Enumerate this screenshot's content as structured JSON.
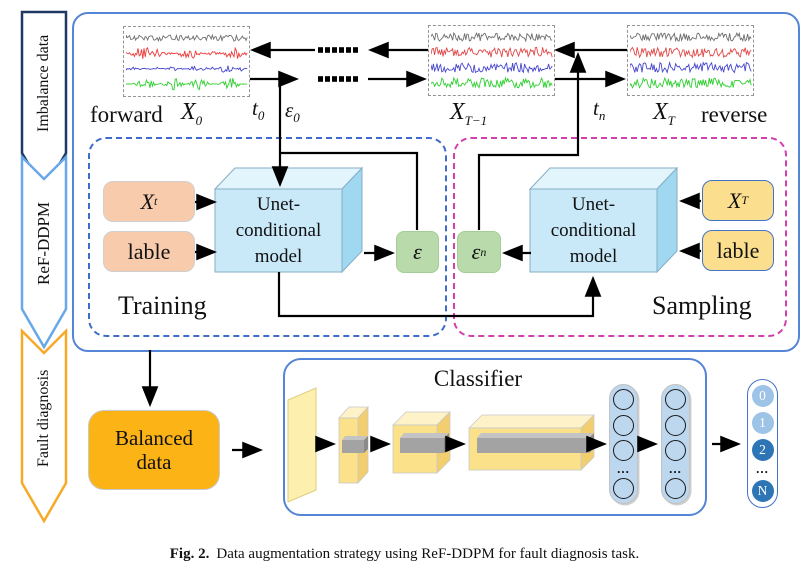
{
  "sidebar": {
    "banners": [
      {
        "label": "Imbalance data",
        "color": "#1F3864"
      },
      {
        "label": "ReF-DDPM",
        "color": "#68A8E8"
      },
      {
        "label": "Fault diagnosis",
        "color": "#F7A928"
      }
    ]
  },
  "diffusion": {
    "forward_label": "forward",
    "reverse_label": "reverse",
    "x0": {
      "base": "X",
      "sub": "0"
    },
    "xt1": {
      "base": "X",
      "sub": "T−1"
    },
    "xt": {
      "base": "X",
      "sub": "T"
    },
    "t0": {
      "base": "t",
      "sub": "0"
    },
    "eps0": {
      "base": "ε",
      "sub": "0"
    },
    "tn": {
      "base": "t",
      "sub": "n"
    },
    "waveforms": {
      "panels": [
        {
          "id": "x0",
          "noisy": false,
          "signals": [
            {
              "color": "#6E6E6E",
              "style": "wiggle"
            },
            {
              "color": "#EE3A3A",
              "style": "burst_dense"
            },
            {
              "color": "#4646CE",
              "style": "burst_med"
            },
            {
              "color": "#2FCF2F",
              "style": "burst_sparse"
            }
          ]
        },
        {
          "id": "xt1",
          "noisy": true,
          "signals": [
            {
              "color": "#6E6E6E",
              "style": "wiggle"
            },
            {
              "color": "#E04848",
              "style": "noise"
            },
            {
              "color": "#4646CE",
              "style": "noise"
            },
            {
              "color": "#2FCF2F",
              "style": "noise"
            }
          ]
        },
        {
          "id": "xt",
          "noisy": true,
          "signals": [
            {
              "color": "#6E6E6E",
              "style": "wiggle"
            },
            {
              "color": "#E04848",
              "style": "noise"
            },
            {
              "color": "#4646CE",
              "style": "noise"
            },
            {
              "color": "#2FCF2F",
              "style": "noise"
            }
          ]
        }
      ]
    }
  },
  "training": {
    "title": "Training",
    "inputs": [
      {
        "base": "X",
        "sub": "t"
      },
      {
        "text": "lable"
      }
    ],
    "model_label": "Unet-\nconditional\nmodel",
    "output": {
      "base": "ε",
      "sub": ""
    }
  },
  "sampling": {
    "title": "Sampling",
    "inputs": [
      {
        "base": "X",
        "sub": "T"
      },
      {
        "text": "lable"
      }
    ],
    "model_label": "Unet-\nconditional\nmodel",
    "output": {
      "base": "ε",
      "sub": "n"
    }
  },
  "fault_diagnosis": {
    "balanced_label": "Balanced data"
  },
  "classifier": {
    "title": "Classifier",
    "dots": "...",
    "output_classes": [
      {
        "label": "0",
        "tone": "light"
      },
      {
        "label": "1",
        "tone": "light"
      },
      {
        "label": "2",
        "tone": "dark"
      },
      {
        "label": "...",
        "tone": "dots"
      },
      {
        "label": "N",
        "tone": "dark"
      }
    ]
  },
  "caption": {
    "tag": "Fig. 2.",
    "text": "Data augmentation strategy using ReF-DDPM for fault diagnosis task."
  },
  "palette": {
    "outer_border": "#5585D6",
    "training_dash": "#3E6CC8",
    "sampling_dash": "#D13FAE",
    "unet_face": "#C9E9F9",
    "peach": "#F8CBAD",
    "yellow_box": "#FBDF8E",
    "green_box": "#B9DBAC",
    "balanced_orange": "#FBB316",
    "classifier_yellow": "#FBE28A",
    "pill_blue": "#BDD7EE",
    "class_light": "#9DC3E6",
    "class_dark": "#2E75B6",
    "chevron_navy": "#1F3864",
    "chevron_blue": "#68A8E8",
    "chevron_orange": "#F7A928"
  }
}
